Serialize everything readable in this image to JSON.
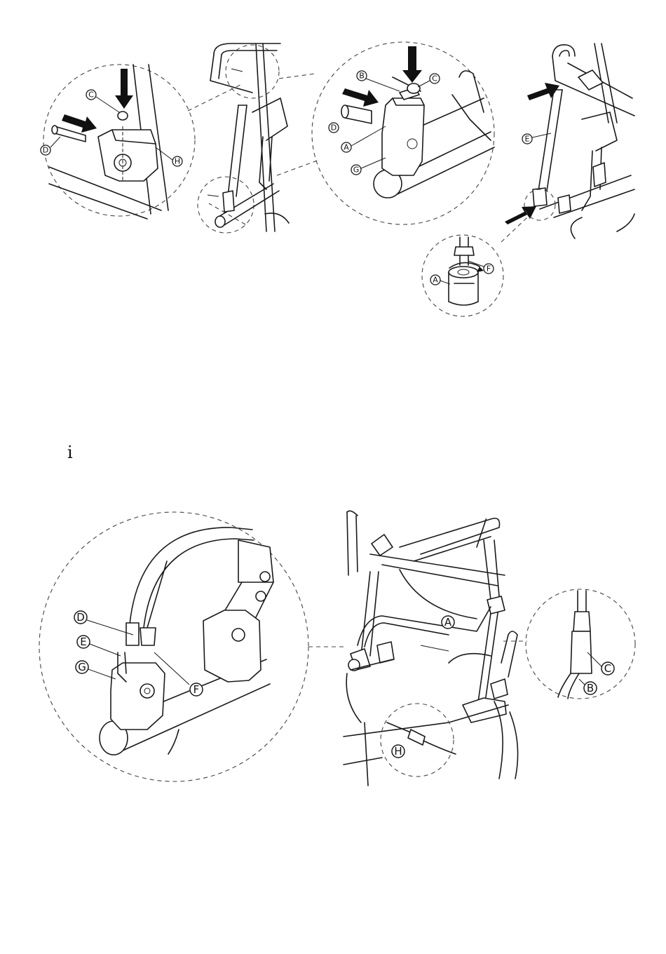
{
  "figure_top": {
    "labels": {
      "c_left": "C",
      "d_left": "D",
      "h_left": "H",
      "b_mid": "B",
      "c_mid": "C",
      "d_mid": "D",
      "a_mid": "A",
      "g_mid": "G",
      "e_right": "E",
      "f_right": "F",
      "a_right": "A"
    }
  },
  "info_note": {
    "icon": "i"
  },
  "figure_bottom": {
    "labels": {
      "d_left": "D",
      "e_left": "E",
      "g_left": "G",
      "f_left": "F",
      "a_main": "A",
      "c_right": "C",
      "b_right": "B",
      "h_bottom": "H"
    }
  }
}
